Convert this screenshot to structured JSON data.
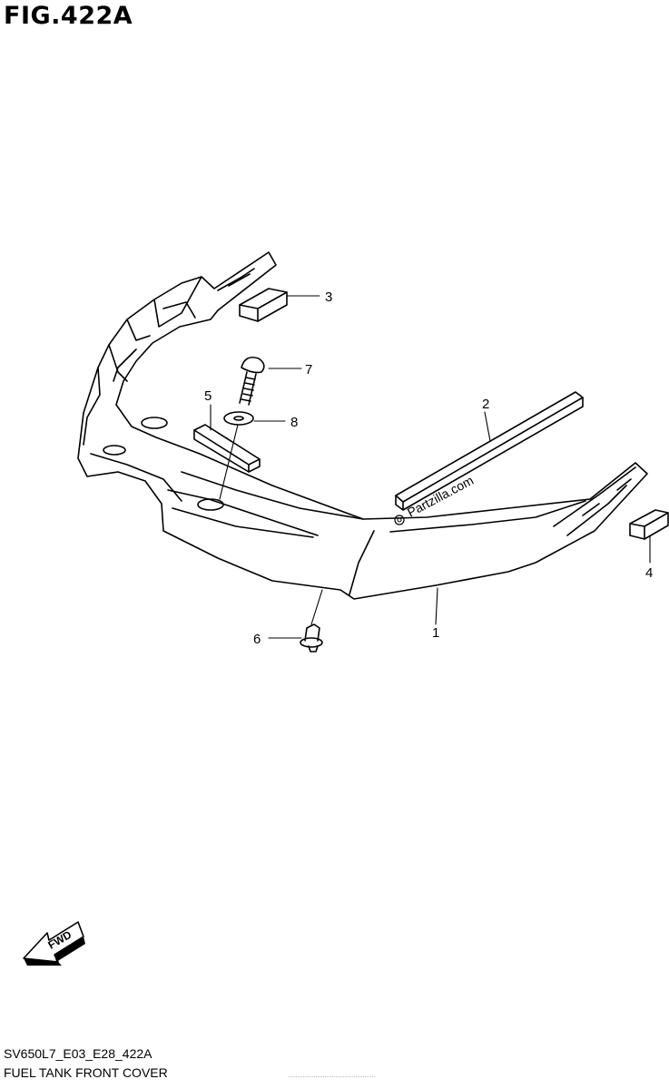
{
  "figure": {
    "title": "FIG.422A",
    "code": "SV650L7_E03_E28_422A",
    "caption": "FUEL TANK FRONT COVER",
    "watermark": "Partzilla.com",
    "watermark_symbol": "©",
    "fwd_label": "FWD"
  },
  "callouts": [
    {
      "id": "1",
      "part": "cover"
    },
    {
      "id": "2",
      "part": "long-cushion"
    },
    {
      "id": "3",
      "part": "block-cushion-left"
    },
    {
      "id": "4",
      "part": "block-cushion-right"
    },
    {
      "id": "5",
      "part": "small-cushion"
    },
    {
      "id": "6",
      "part": "clip"
    },
    {
      "id": "7",
      "part": "screw"
    },
    {
      "id": "8",
      "part": "washer"
    }
  ]
}
